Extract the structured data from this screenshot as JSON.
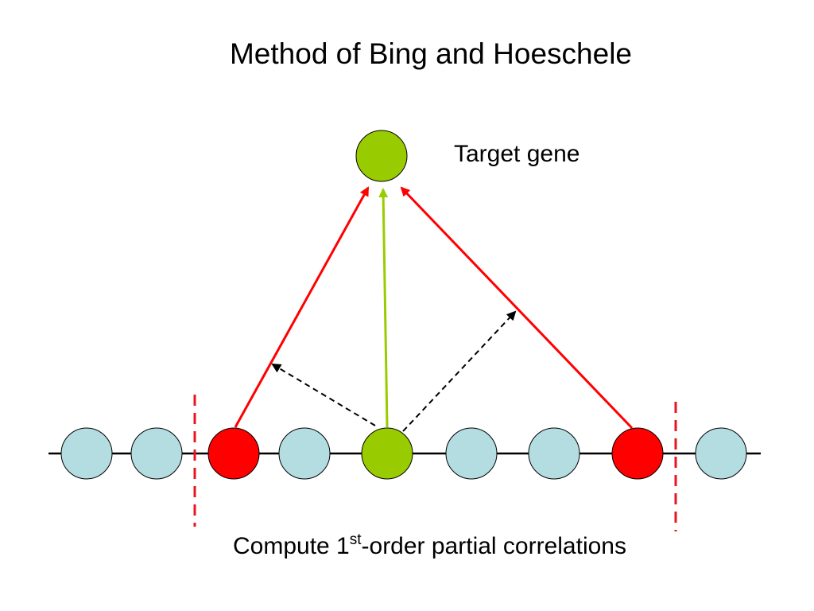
{
  "title": "Method of Bing and Hoeschele",
  "target_label": "Target gene",
  "caption": {
    "prefix": "Compute 1",
    "superscript": "st",
    "suffix": "-order partial correlations"
  },
  "colors": {
    "chromosome_line": "#000000",
    "gene_default": "#b4dde1",
    "gene_candidate": "#ff0000",
    "gene_target": "#99cc00",
    "arrow_candidate": "#ff0000",
    "arrow_target": "#99cc00",
    "arrow_dashed": "#000000",
    "boundary": "#e8141e"
  },
  "genes": [
    {
      "id": "gene-1",
      "role": "default"
    },
    {
      "id": "gene-2",
      "role": "default"
    },
    {
      "id": "gene-3",
      "role": "candidate"
    },
    {
      "id": "gene-4",
      "role": "default"
    },
    {
      "id": "gene-5",
      "role": "target-locus"
    },
    {
      "id": "gene-6",
      "role": "default"
    },
    {
      "id": "gene-7",
      "role": "default"
    },
    {
      "id": "gene-8",
      "role": "candidate"
    },
    {
      "id": "gene-9",
      "role": "default"
    }
  ]
}
